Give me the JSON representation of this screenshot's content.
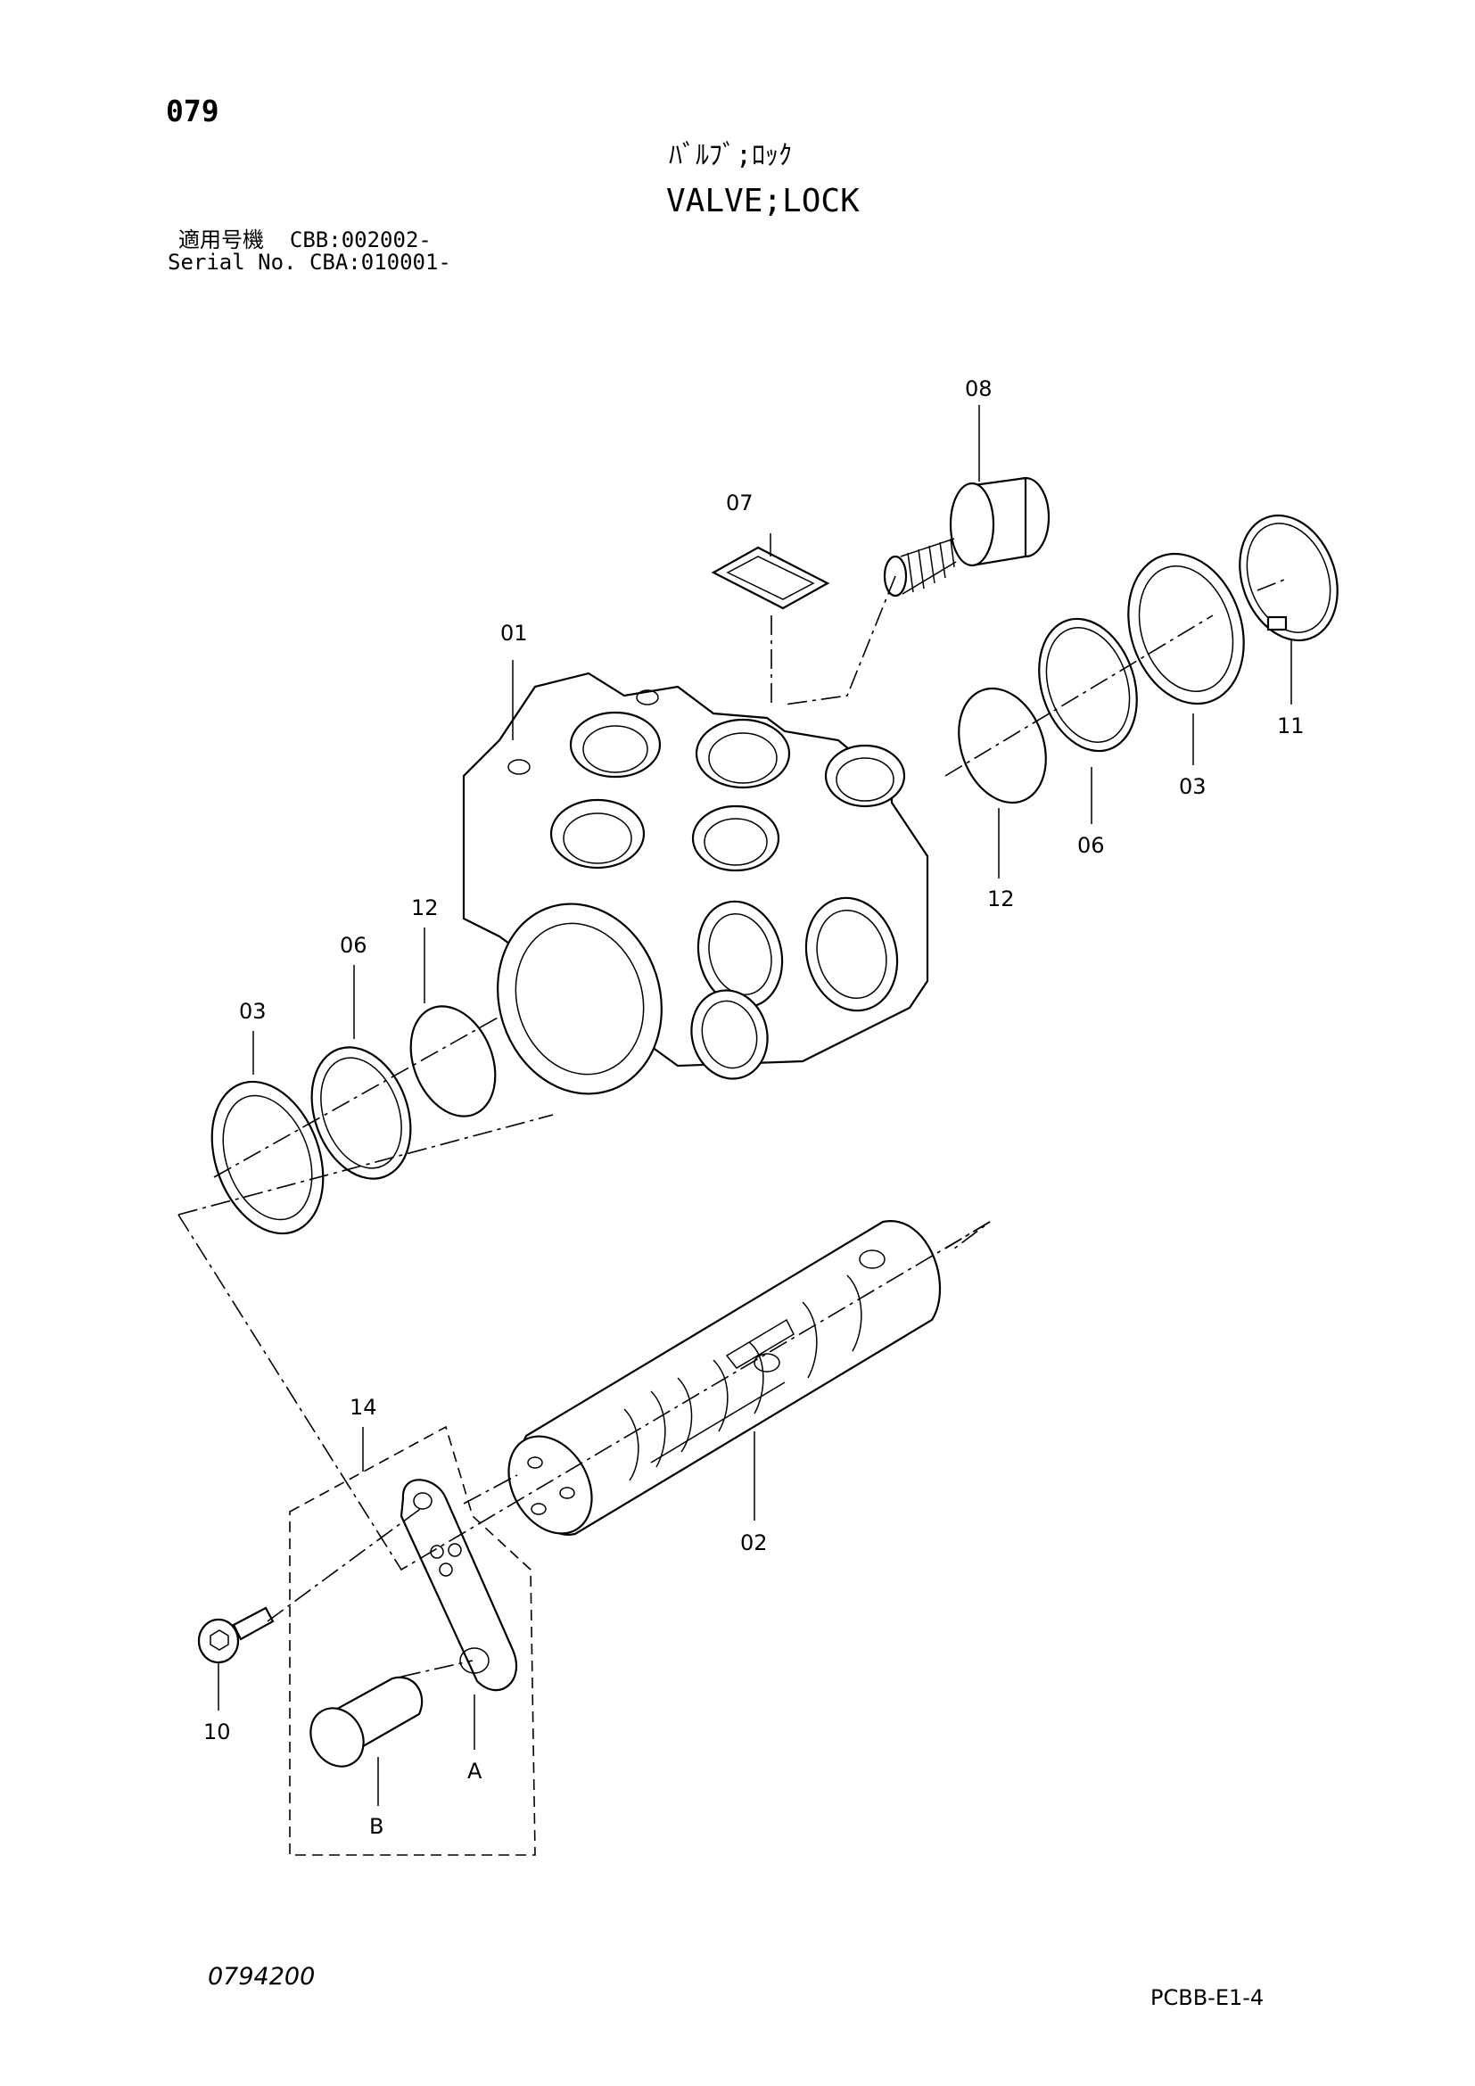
{
  "header": {
    "page_number": "079",
    "title_jp": "ﾊﾞﾙﾌﾞ;ﾛｯｸ",
    "title_en": "VALVE;LOCK",
    "serial_line_1": "適用号機  CBB:002002-",
    "serial_line_2": "Serial No. CBA:010001-"
  },
  "diagram": {
    "callouts": {
      "c01": "01",
      "c02": "02",
      "c03_left": "03",
      "c03_right": "03",
      "c06_left": "06",
      "c06_right": "06",
      "c07": "07",
      "c08": "08",
      "c10": "10",
      "c11": "11",
      "c12_left": "12",
      "c12_right": "12",
      "c14": "14",
      "cA": "A",
      "cB": "B"
    }
  },
  "footer": {
    "figure_number": "0794200",
    "doc_code": "PCBB-E1-4"
  }
}
